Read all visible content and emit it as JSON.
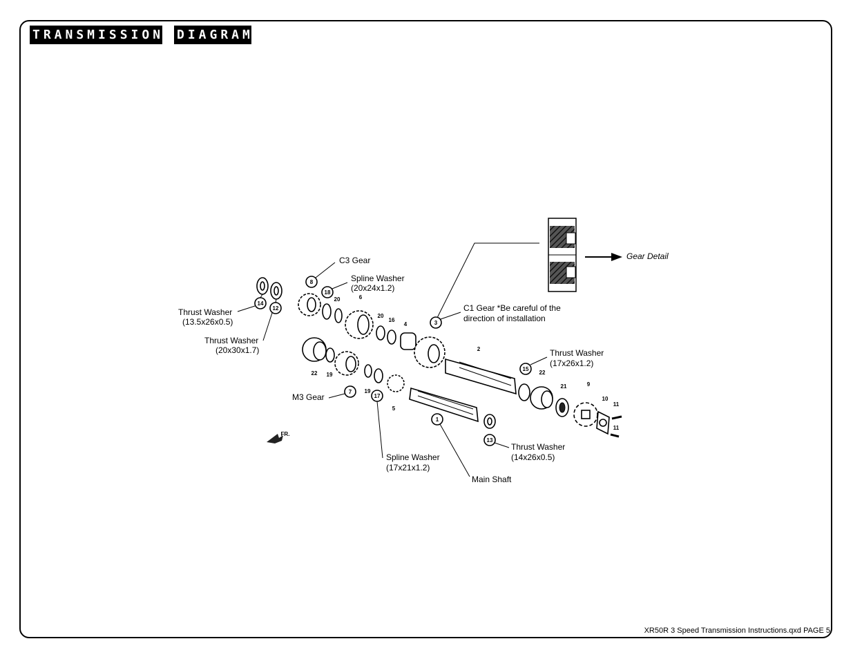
{
  "header": {
    "title_word1": "TRANSMISSION",
    "title_word2": "DIAGRAM"
  },
  "footer": {
    "text": "XR50R 3 Speed Transmission Instructions.qxd PAGE 5"
  },
  "callouts": {
    "c3_gear": "C3 Gear",
    "spline_washer_20_line1": "Spline Washer",
    "spline_washer_20_line2": "(20x24x1.2)",
    "thrust_washer_13_line1": "Thrust Washer",
    "thrust_washer_13_line2": "(13.5x26x0.5)",
    "thrust_washer_20_line1": "Thrust Washer",
    "thrust_washer_20_line2": "(20x30x1.7)",
    "c1_gear_line1": "C1 Gear *Be careful of the",
    "c1_gear_line2": "direction of installation",
    "gear_detail": "Gear Detail",
    "thrust_washer_17_line1": "Thrust Washer",
    "thrust_washer_17_line2": "(17x26x1.2)",
    "m3_gear": "M3 Gear",
    "spline_washer_17_line1": "Spline Washer",
    "spline_washer_17_line2": "(17x21x1.2)",
    "main_shaft": "Main Shaft",
    "thrust_washer_14_line1": "Thrust Washer",
    "thrust_washer_14_line2": "(14x26x0.5)"
  },
  "part_numbers": {
    "n1": "1",
    "n2": "2",
    "n3": "3",
    "n4": "4",
    "n5": "5",
    "n6": "6",
    "n7": "7",
    "n8": "8",
    "n9": "9",
    "n10": "10",
    "n11a": "11",
    "n11b": "11",
    "n12": "12",
    "n13": "13",
    "n14": "14",
    "n15": "15",
    "n16": "16",
    "n17": "17",
    "n18": "18",
    "n19a": "19",
    "n19b": "19",
    "n20a": "20",
    "n20b": "20",
    "n21": "21",
    "n22a": "22",
    "n22b": "22",
    "fr": "FR."
  }
}
